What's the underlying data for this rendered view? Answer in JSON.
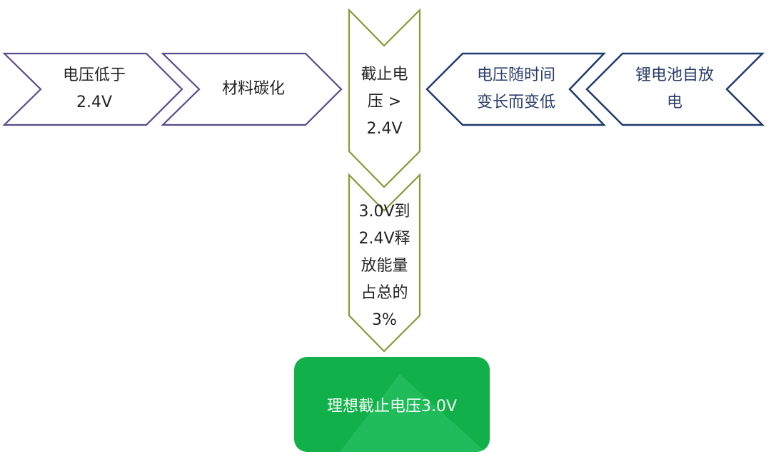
{
  "colors": {
    "purple_stroke": "#5b4a8c",
    "olive_stroke": "#8a9a3a",
    "navy_stroke": "#1f3a6e",
    "green_fill": "#12b04a",
    "green_highlight": "#2cc46a",
    "text_dark": "#222222",
    "text_navy": "#2a3d6b",
    "text_light": "#f2fff4"
  },
  "left_flow": [
    {
      "lines": [
        "电压低于",
        "2.4V"
      ]
    },
    {
      "lines": [
        "材料碳化"
      ]
    }
  ],
  "center_flow": [
    {
      "lines": [
        "截止电",
        "压 >",
        "2.4V"
      ]
    },
    {
      "lines": [
        "3.0V到",
        "2.4V释",
        "放能量",
        "占总的",
        "3%"
      ]
    }
  ],
  "right_flow": [
    {
      "lines": [
        "电压随时间",
        "变长而变低"
      ]
    },
    {
      "lines": [
        "锂电池自放",
        "电"
      ]
    }
  ],
  "result": {
    "label": "理想截止电压3.0V"
  }
}
